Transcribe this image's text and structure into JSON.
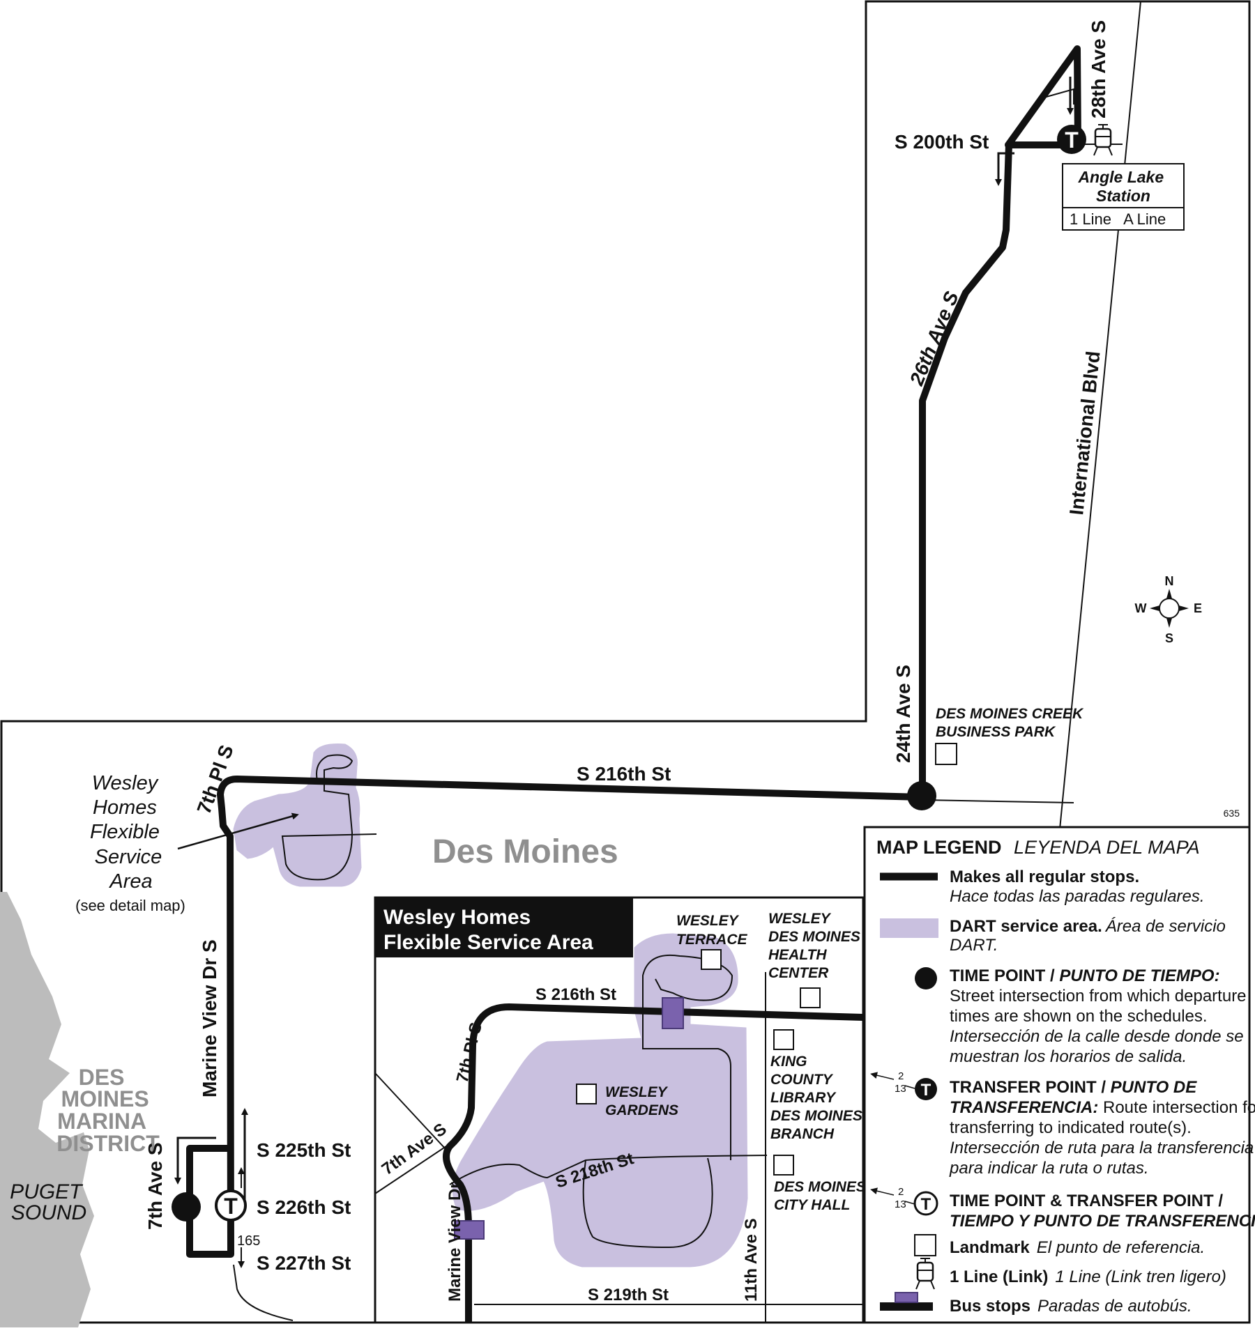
{
  "streets": {
    "s200th": "S 200th St",
    "ave28": "28th Ave S",
    "ave26": "26th Ave S",
    "ave24": "24th Ave S",
    "intl": "International Blvd",
    "s216": "S 216th St",
    "pl7": "7th Pl S",
    "marine": "Marine View Dr S",
    "ave7": "7th Ave S",
    "s225": "S 225th St",
    "s226": "S 226th St",
    "s227": "S 227th St",
    "route_165": "165"
  },
  "places": {
    "des_moines": "Des Moines",
    "marina": [
      "DES",
      "MOINES",
      "MARINA",
      "DISTRICT"
    ],
    "puget": [
      "PUGET",
      "SOUND"
    ],
    "business_park": [
      "DES MOINES CREEK",
      "BUSINESS PARK"
    ],
    "wesley_callout": [
      "Wesley",
      "Homes",
      "Flexible",
      "Service",
      "Area"
    ],
    "see_detail": "(see detail map)"
  },
  "station": {
    "name": [
      "Angle Lake",
      "Station"
    ],
    "lines": "1 Line   A Line"
  },
  "compass": {
    "n": "N",
    "s": "S",
    "e": "E",
    "w": "W"
  },
  "map_number": "635",
  "inset": {
    "title": [
      "Wesley Homes",
      "Flexible Service Area"
    ],
    "s216": "S 216th St",
    "pl7": "7th Pl S",
    "ave7": "7th Ave S",
    "marine": "Marine View Dr",
    "s218": "S 218th St",
    "s219": "S 219th St",
    "ave11": "11th Ave S",
    "terrace": [
      "WESLEY",
      "TERRACE"
    ],
    "health": [
      "WESLEY",
      "DES MOINES",
      "HEALTH",
      "CENTER"
    ],
    "gardens": [
      "WESLEY",
      "GARDENS"
    ],
    "library": [
      "KING",
      "COUNTY",
      "LIBRARY",
      "DES MOINES",
      "BRANCH"
    ],
    "city_hall": [
      "DES MOINES",
      "CITY HALL"
    ]
  },
  "legend": {
    "title": "MAP LEGEND",
    "title_es": "LEYENDA DEL MAPA",
    "regular_stops": "Makes all regular stops.",
    "regular_stops_es": "Hace todas las paradas regulares.",
    "dart": "DART service area.",
    "dart_es_1": "Área de servicio",
    "dart_es_2": "DART.",
    "time_point": "TIME POINT / ",
    "time_point_es": "PUNTO DE TIEMPO:",
    "time_desc_1": "Street intersection from which departure",
    "time_desc_2": "times are shown on the schedules.",
    "time_desc_es_1": "Intersección de la calle desde donde se",
    "time_desc_es_2": "muestran los horarios de salida.",
    "transfer": "TRANSFER POINT / ",
    "transfer_es_1": "PUNTO DE",
    "transfer_es_2": "TRANSFERENCIA:",
    "transfer_desc_1": " Route intersection for",
    "transfer_desc_2": "transferring to indicated route(s).",
    "transfer_desc_es_1": "Intersección de ruta para la transferencia",
    "transfer_desc_es_2": "para indicar la ruta o rutas.",
    "tp_transfer": "TIME POINT & TRANSFER POINT /",
    "tp_transfer_es": "TIEMPO Y PUNTO DE TRANSFERENCIA",
    "landmark": "Landmark",
    "landmark_es": "El punto de referencia.",
    "link": "1 Line (Link)",
    "link_es": "1 Line (Link tren ligero)",
    "bus_stops": "Bus stops",
    "bus_stops_es": "Paradas de autobús.",
    "sample_routes_1": "2",
    "sample_routes_2": "13",
    "transfer_symbol": "T"
  },
  "colors": {
    "route": "#111111",
    "dart": "#c9c0df",
    "stop": "#7a62ad",
    "gray_text": "#8f8f8f"
  }
}
